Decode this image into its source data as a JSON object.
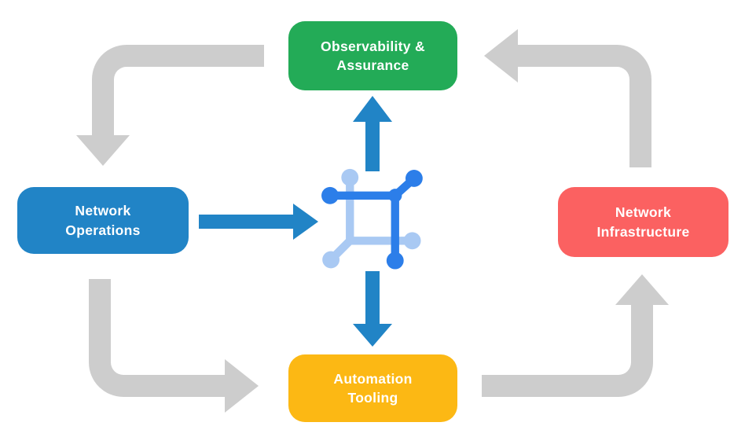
{
  "diagram": {
    "nodes": {
      "observability": {
        "line1": "Observability &",
        "line2": "Assurance",
        "color": "#23AB57"
      },
      "operations": {
        "line1": "Network",
        "line2": "Operations",
        "color": "#2184C6"
      },
      "infrastructure": {
        "line1": "Network",
        "line2": "Infrastructure",
        "color": "#FB6161"
      },
      "automation": {
        "line1": "Automation",
        "line2": "Tooling",
        "color": "#FCB814"
      }
    },
    "center_icon": "network-fabric-icon",
    "colors": {
      "cycle_arrow": "#CDCDCD",
      "flow_arrow": "#2184C6",
      "icon_dark": "#2C7EE9",
      "icon_light": "#A9C9F3",
      "text": "#FFFFFF",
      "background": "#FFFFFF"
    },
    "cycle_arrows": [
      {
        "from": "observability",
        "to": "operations"
      },
      {
        "from": "operations",
        "to": "automation"
      },
      {
        "from": "automation",
        "to": "infrastructure"
      },
      {
        "from": "infrastructure",
        "to": "observability"
      }
    ],
    "flow_arrows": [
      {
        "from": "operations",
        "to": "center"
      },
      {
        "from": "center",
        "to": "observability"
      },
      {
        "from": "center",
        "to": "automation"
      }
    ]
  }
}
